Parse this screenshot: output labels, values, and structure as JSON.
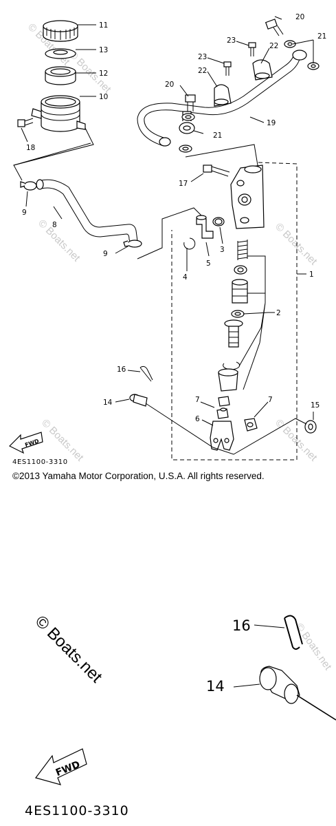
{
  "diagram": {
    "part_labels": {
      "p1": "1",
      "p2": "2",
      "p3": "3",
      "p4": "4",
      "p5": "5",
      "p6": "6",
      "p7a": "7",
      "p7b": "7",
      "p8": "8",
      "p9a": "9",
      "p9b": "9",
      "p10": "10",
      "p11": "11",
      "p12": "12",
      "p13": "13",
      "p14": "14",
      "p15": "15",
      "p16": "16",
      "p17": "17",
      "p18": "18",
      "p19": "19",
      "p20a": "20",
      "p20b": "20",
      "p21a": "21",
      "p21b": "21",
      "p22a": "22",
      "p22b": "22",
      "p23a": "23",
      "p23b": "23"
    },
    "fwd_label": "FWD",
    "diagram_code": "4ES1100-3310",
    "watermark": "© Boats.net",
    "copyright": "©2013 Yamaha Motor Corporation, U.S.A. All rights reserved."
  },
  "zoom": {
    "part_labels": {
      "p16": "16",
      "p14": "14"
    },
    "fwd_label": "FWD",
    "diagram_code": "4ES1100-3310",
    "watermark": "© Boats.net"
  }
}
